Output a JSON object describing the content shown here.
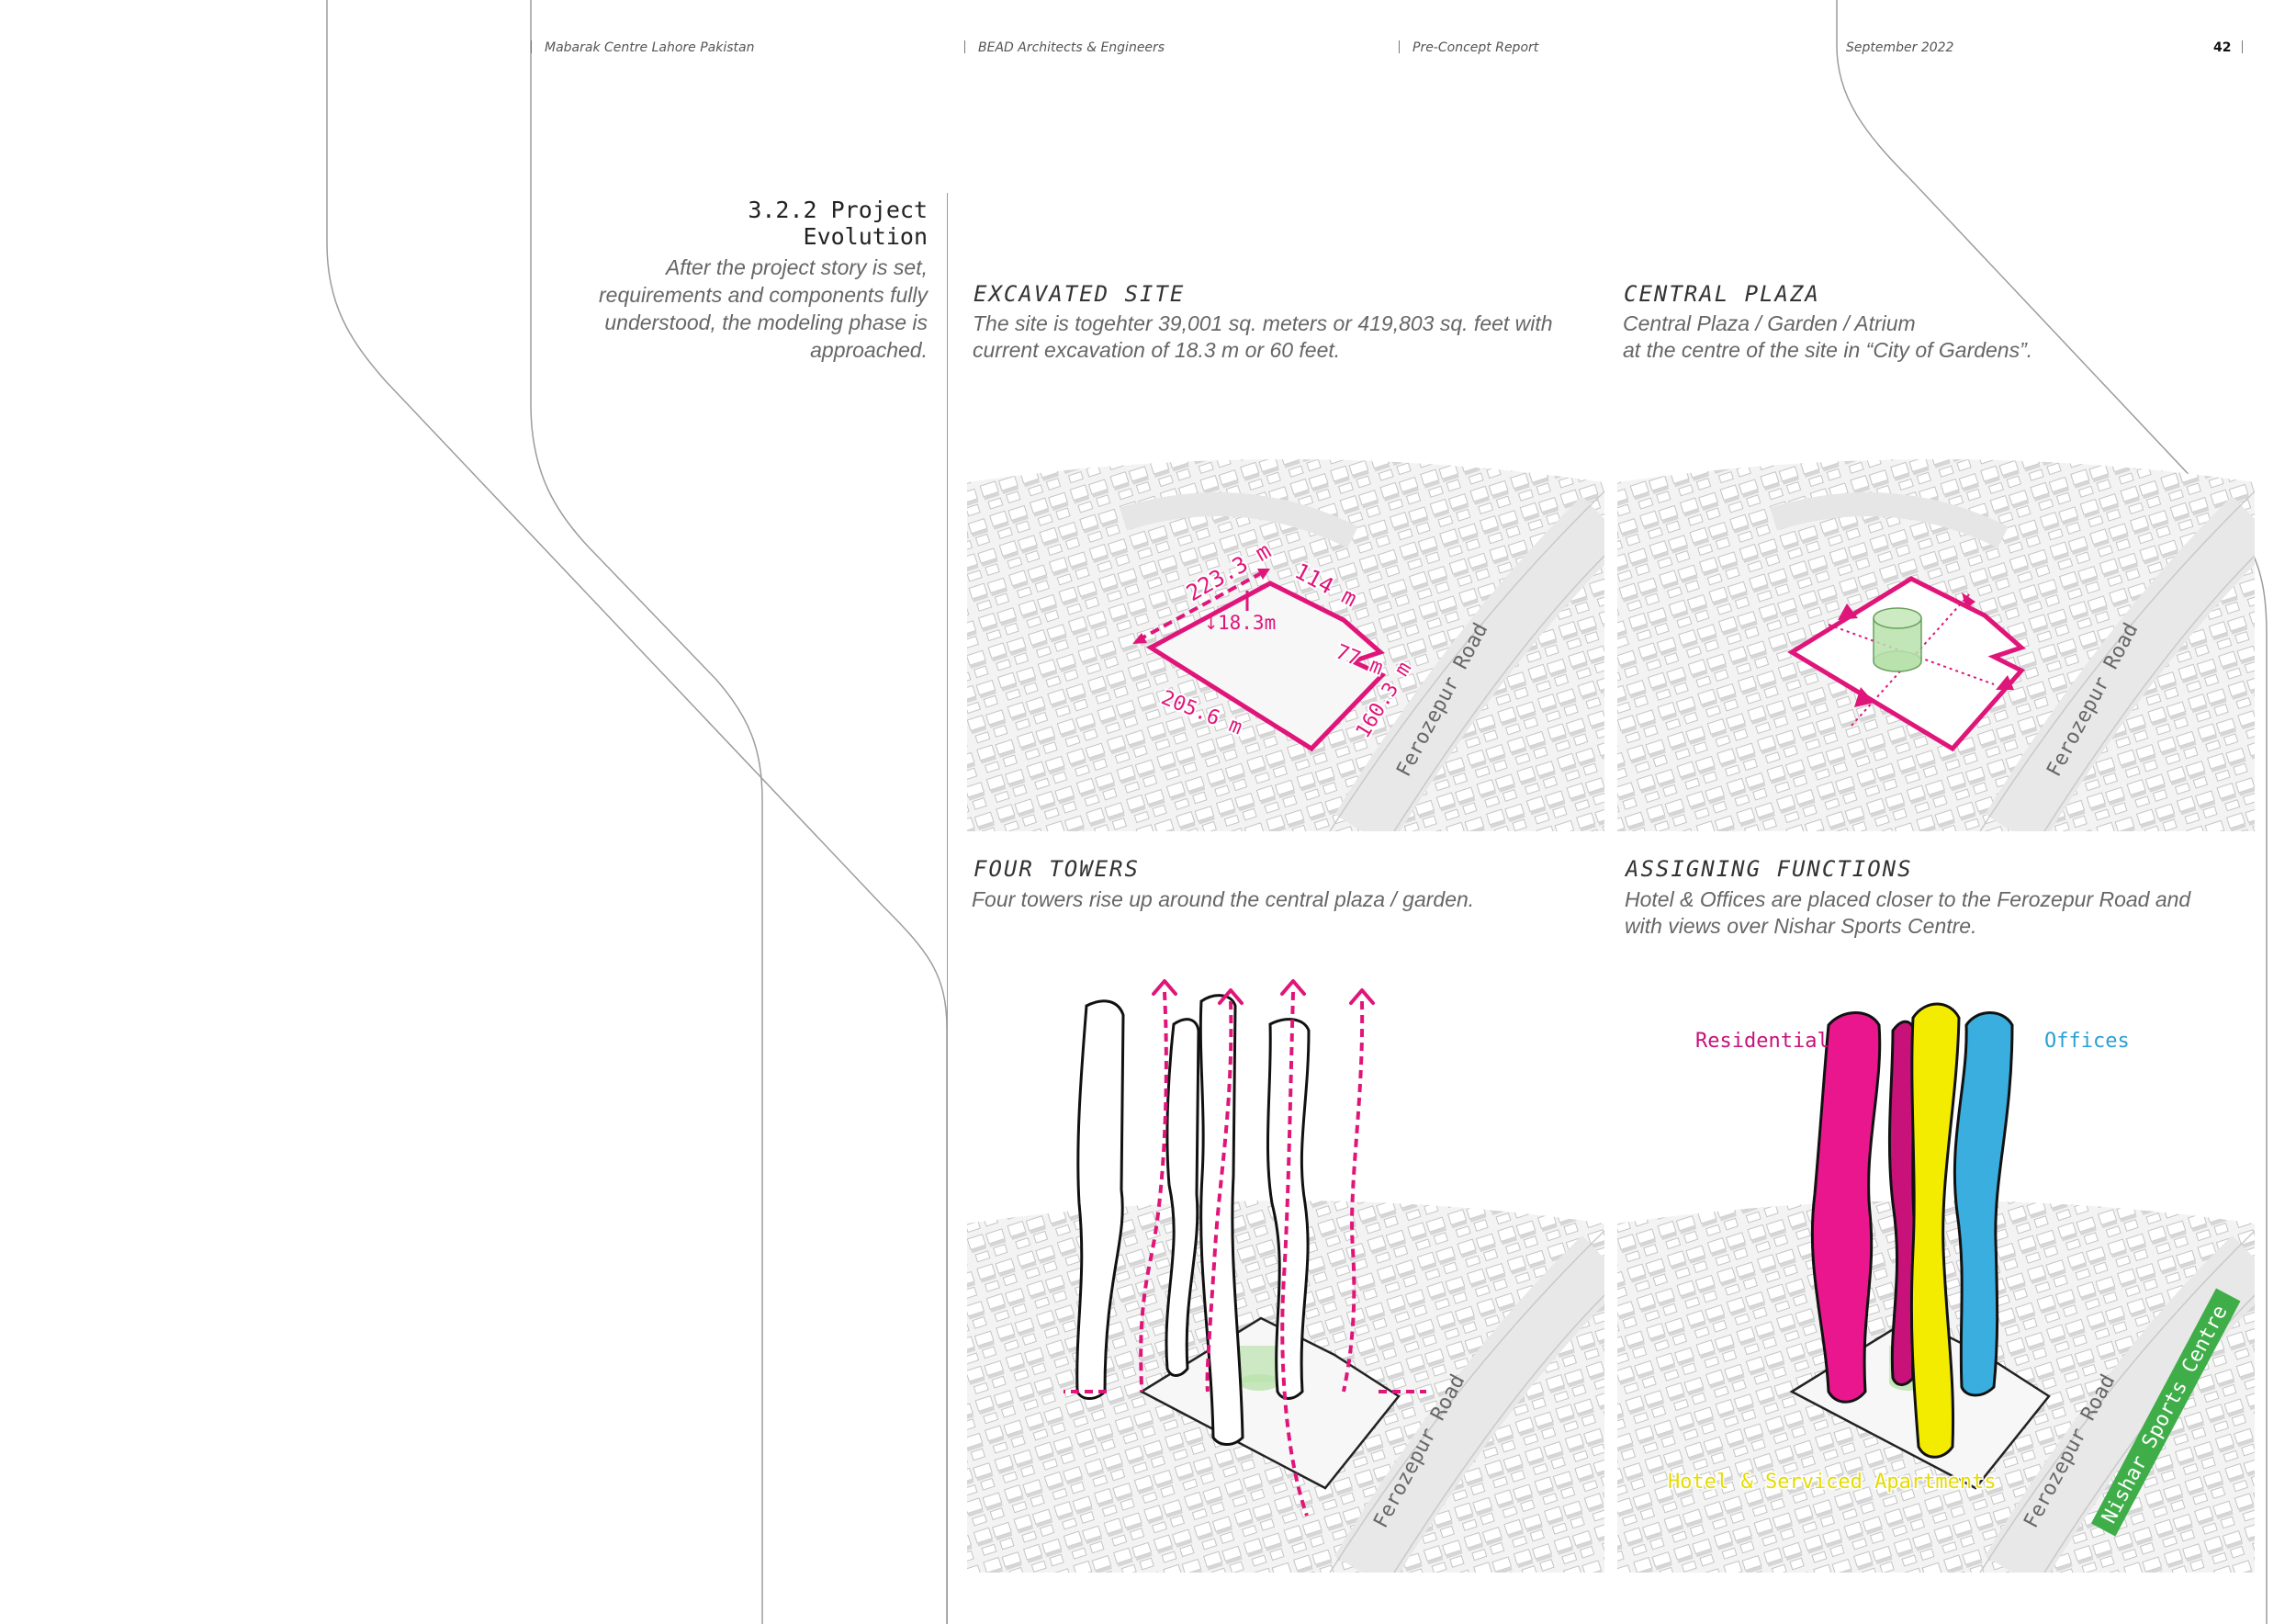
{
  "header": {
    "project": "Mabarak Centre Lahore Pakistan",
    "firm": "BEAD Architects & Engineers",
    "report": "Pre-Concept Report",
    "date": "September 2022",
    "page_number": "42"
  },
  "section": {
    "title": "3.2.2 Project Evolution",
    "intro_lines": [
      "After the project story is set,",
      "requirements and components fully",
      "understood, the modeling phase is",
      "approached."
    ]
  },
  "panels": {
    "excavated": {
      "heading": "EXCAVATED SITE",
      "desc_lines": [
        "The site is togehter  39,001 sq. meters  or 419,803 sq. feet with",
        "current excavation of 18.3 m or 60 feet."
      ],
      "dimensions": {
        "top_left": "223.3 m",
        "top": "114 m",
        "depth": "18.3m",
        "right_notch": "77 m",
        "right": "160.3 m",
        "bottom": "205.6 m"
      },
      "road_label": "Ferozepur Road"
    },
    "plaza": {
      "heading": "CENTRAL PLAZA",
      "desc_lines": [
        "Central Plaza / Garden / Atrium",
        "at the centre of the site in “City of Gardens”."
      ],
      "road_label": "Ferozepur Road"
    },
    "towers": {
      "heading": "FOUR TOWERS",
      "desc_lines": [
        "Four towers rise up around the central plaza / garden."
      ],
      "road_label": "Ferozepur Road"
    },
    "functions": {
      "heading": "ASSIGNING FUNCTIONS",
      "desc_lines": [
        "Hotel & Offices are placed closer to the Ferozepur Road and",
        "with views over Nishar Sports Centre."
      ],
      "labels": {
        "residential": "Residential",
        "offices": "Offices",
        "hotel": "Hotel & Serviced Apartments",
        "sports": "Nishar Sports Centre"
      },
      "road_label": "Ferozepur Road"
    }
  },
  "colors": {
    "magenta": "#e0157a",
    "yellow": "#f4ec00",
    "cyan": "#36aee0",
    "green": "#3fae49",
    "plaza_green": "#b9e2ad"
  }
}
